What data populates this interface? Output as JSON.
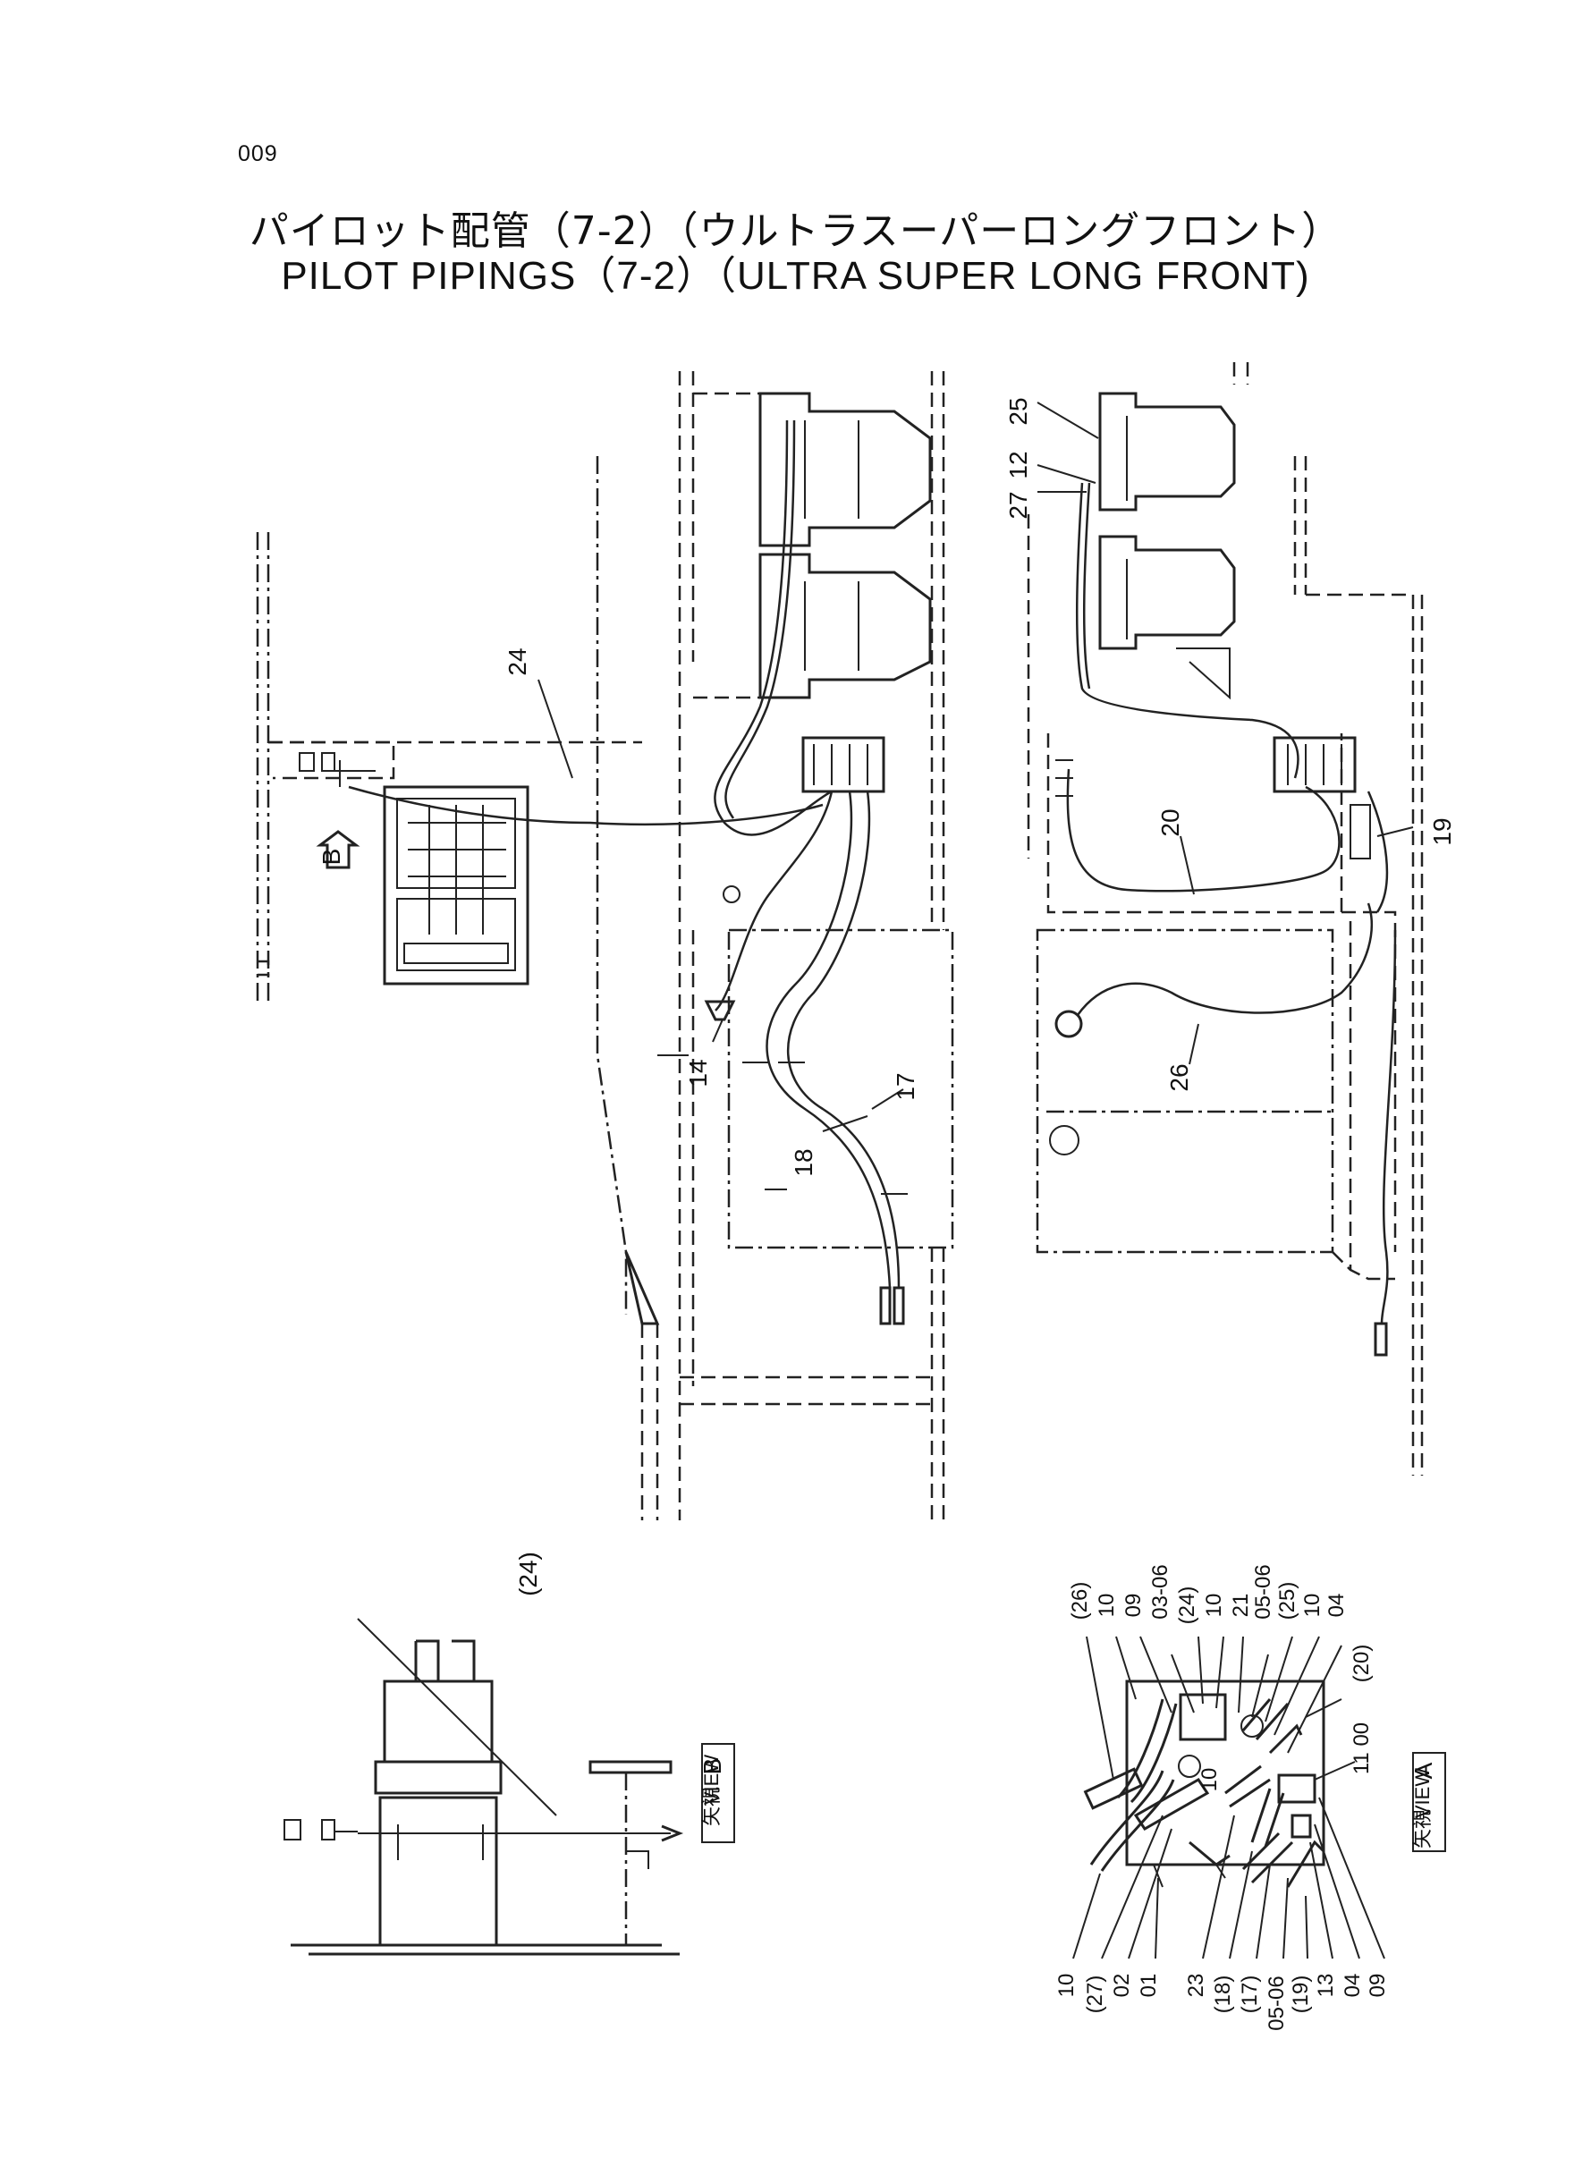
{
  "page_number": "009",
  "title": {
    "japanese": "パイロット配管（7-2）（ウルトラスーパーロングフロント）",
    "english": "PILOT PIPINGS（7-2）（ULTRA SUPER LONG FRONT)"
  },
  "main_view_left": {
    "callouts": [
      "24",
      "14",
      "18",
      "17"
    ],
    "arrow_label": "B"
  },
  "main_view_right": {
    "callouts": [
      "25",
      "12",
      "27",
      "20",
      "19",
      "26"
    ]
  },
  "view_b": {
    "label_jp": "矢視",
    "label_en": "VIEW",
    "label_letter": "B",
    "callout": "(24)"
  },
  "view_a": {
    "label_jp": "矢視",
    "label_en": "VIEW",
    "label_letter": "A",
    "callouts_top": [
      "(26)",
      "10",
      "09",
      "03-06",
      "(24)",
      "10",
      "21",
      "05-06",
      "(25)",
      "10",
      "04",
      "(20)",
      "11 00"
    ],
    "callouts_bottom": [
      "10",
      "(27)",
      "02",
      "01",
      "23",
      "(18)",
      "(17)",
      "05-06",
      "(19)",
      "13",
      "04",
      "09"
    ],
    "callout_mid": "10"
  }
}
